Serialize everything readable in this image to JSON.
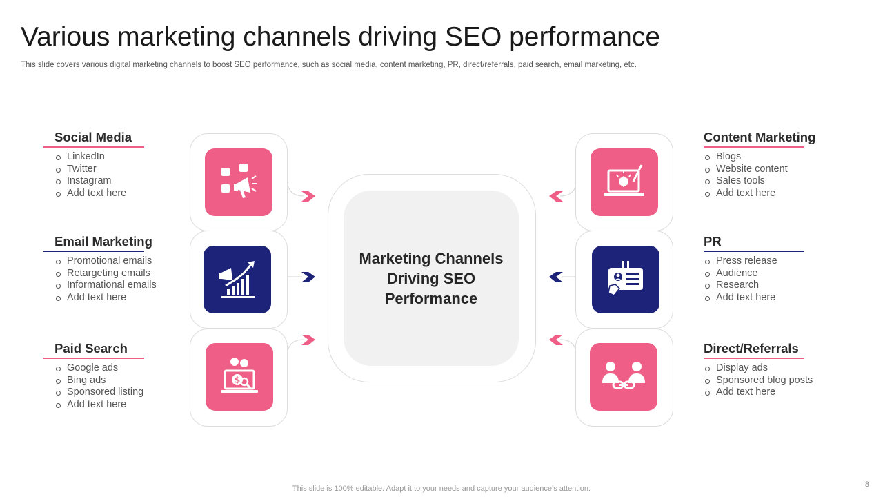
{
  "title": "Various marketing channels driving SEO performance",
  "subtitle": "This slide covers various digital marketing channels to boost SEO performance, such as social media, content marketing, PR, direct/referrals, paid search, email marketing, etc.",
  "center": "Marketing Channels Driving SEO Performance",
  "colors": {
    "pink": "#ef5e86",
    "navy": "#1c2378",
    "frame_border": "#dcdcdc",
    "center_fill": "#f1f1f1"
  },
  "channels": {
    "social_media": {
      "name": "Social Media",
      "items": [
        "LinkedIn",
        "Twitter",
        "Instagram",
        "Add text here"
      ],
      "icon": "megaphone-social-icon",
      "color": "pink"
    },
    "email_marketing": {
      "name": "Email Marketing",
      "items": [
        "Promotional emails",
        "Retargeting emails",
        "Informational emails",
        "Add text here"
      ],
      "icon": "megaphone-growth-chart-icon",
      "color": "navy"
    },
    "paid_search": {
      "name": "Paid Search",
      "items": [
        "Google ads",
        "Bing ads",
        "Sponsored listing",
        "Add text here"
      ],
      "icon": "laptop-dollar-search-icon",
      "color": "pink"
    },
    "content_marketing": {
      "name": "Content Marketing",
      "items": [
        "Blogs",
        "Website content",
        "Sales tools",
        "Add text here"
      ],
      "icon": "laptop-design-icon",
      "color": "pink"
    },
    "pr": {
      "name": "PR",
      "items": [
        "Press release",
        "Audience",
        "Research",
        "Add text here"
      ],
      "icon": "id-badge-icon",
      "color": "navy"
    },
    "direct_referrals": {
      "name": "Direct/Referrals",
      "items": [
        "Display ads",
        "Sponsored blog posts",
        "Add text here"
      ],
      "icon": "people-link-icon",
      "color": "pink"
    }
  },
  "footer": "This slide is 100% editable. Adapt it to your needs and capture your audience’s attention.",
  "page_number": "8"
}
